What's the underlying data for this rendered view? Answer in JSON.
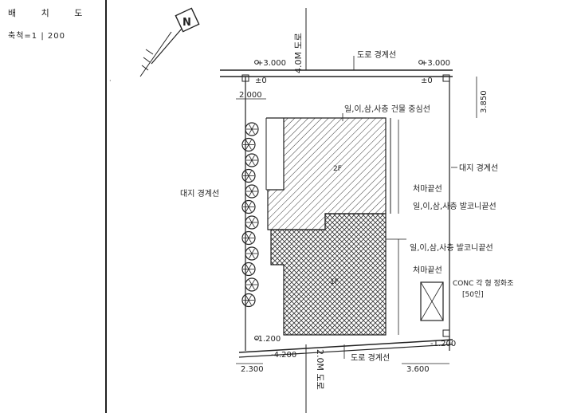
{
  "title_block": {
    "title": "배 치 도",
    "scale": "축척=1 | 200"
  },
  "roads": {
    "top_width": "4.0M 도로",
    "bottom_width": "2.0M 도로",
    "top_boundary": "도로 경계선",
    "bottom_boundary": "도로 경계선"
  },
  "boundaries": {
    "site_left": "대지 경계선",
    "site_right": "대지 경계선",
    "building_center": "일,이,삼,사층 건물 중심선",
    "balcony_upper": "일,이,삼,사층 발코니끝선",
    "balcony_lower": "일,이,삼,사층 발코니끝선",
    "eaves_upper": "처마끝선",
    "eaves_lower": "처마끝선"
  },
  "levels": {
    "top_left": "+3.000",
    "top_left_zero": "±0",
    "top_right": "+3.000",
    "top_right_zero": "±0",
    "bottom_left": "-1.200",
    "bottom_left_2": "-4.200",
    "bottom_right": "-1.200"
  },
  "dimensions": {
    "front_setback": "2.000",
    "right_setback": "3.850",
    "bottom_left": "2.300",
    "bottom_right": "3.600"
  },
  "septic_tank": {
    "label": "CONC 각 형 정화조",
    "capacity": "[50인]"
  },
  "building_marks": {
    "upper_floor": "2F",
    "lower_floor": "1F"
  },
  "colors": {
    "ink": "#222222",
    "paper": "#ffffff"
  }
}
